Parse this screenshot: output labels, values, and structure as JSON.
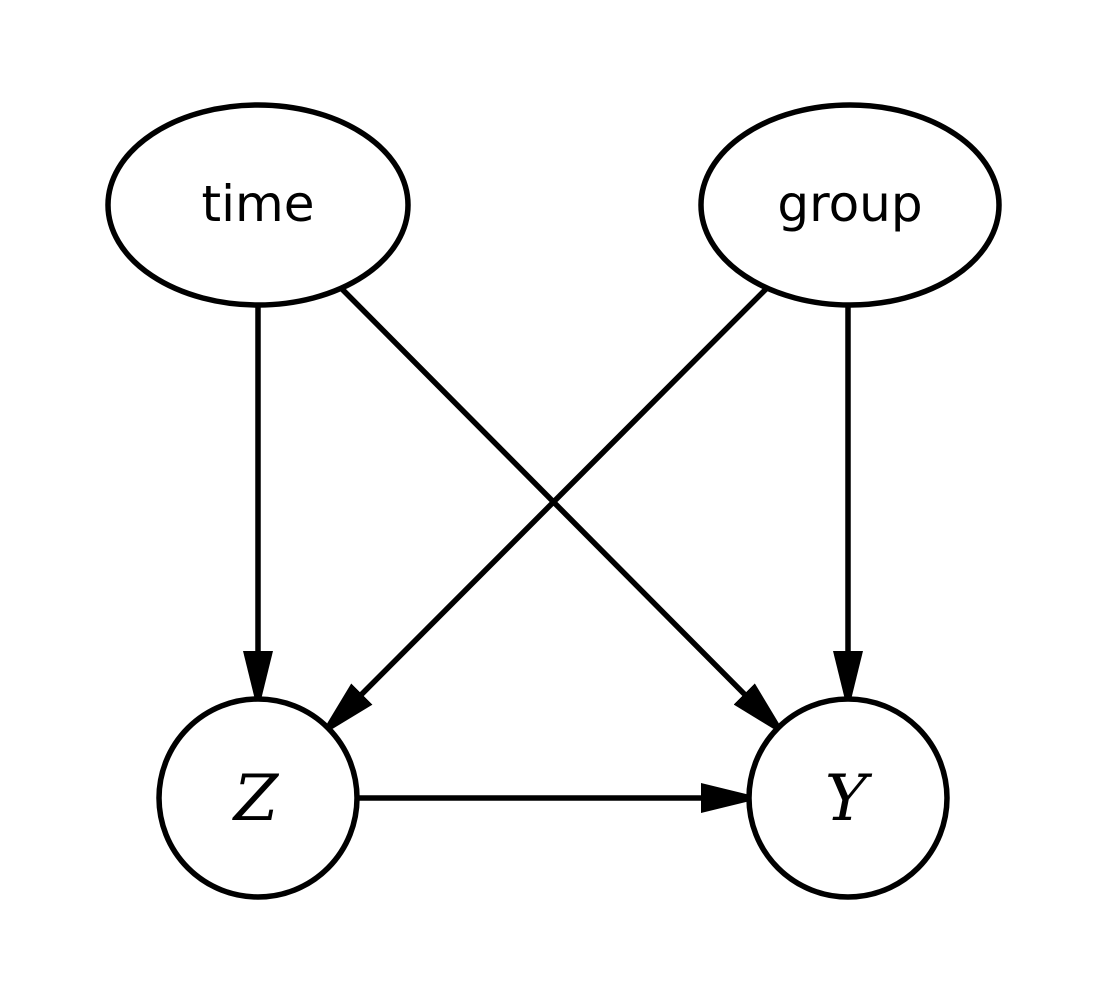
{
  "diagram": {
    "type": "directed-acyclic-graph",
    "background_color": "#ffffff",
    "line_color": "#000000",
    "node_fill_color": "#ffffff",
    "nodes": [
      {
        "id": "time",
        "label": "time",
        "shape": "ellipse"
      },
      {
        "id": "group",
        "label": "group",
        "shape": "ellipse"
      },
      {
        "id": "Z",
        "label": "Z",
        "shape": "circle"
      },
      {
        "id": "Y",
        "label": "Y",
        "shape": "circle"
      }
    ],
    "edges": [
      {
        "from": "time",
        "to": "Z"
      },
      {
        "from": "time",
        "to": "Y"
      },
      {
        "from": "group",
        "to": "Z"
      },
      {
        "from": "group",
        "to": "Y"
      },
      {
        "from": "Z",
        "to": "Y"
      }
    ]
  }
}
